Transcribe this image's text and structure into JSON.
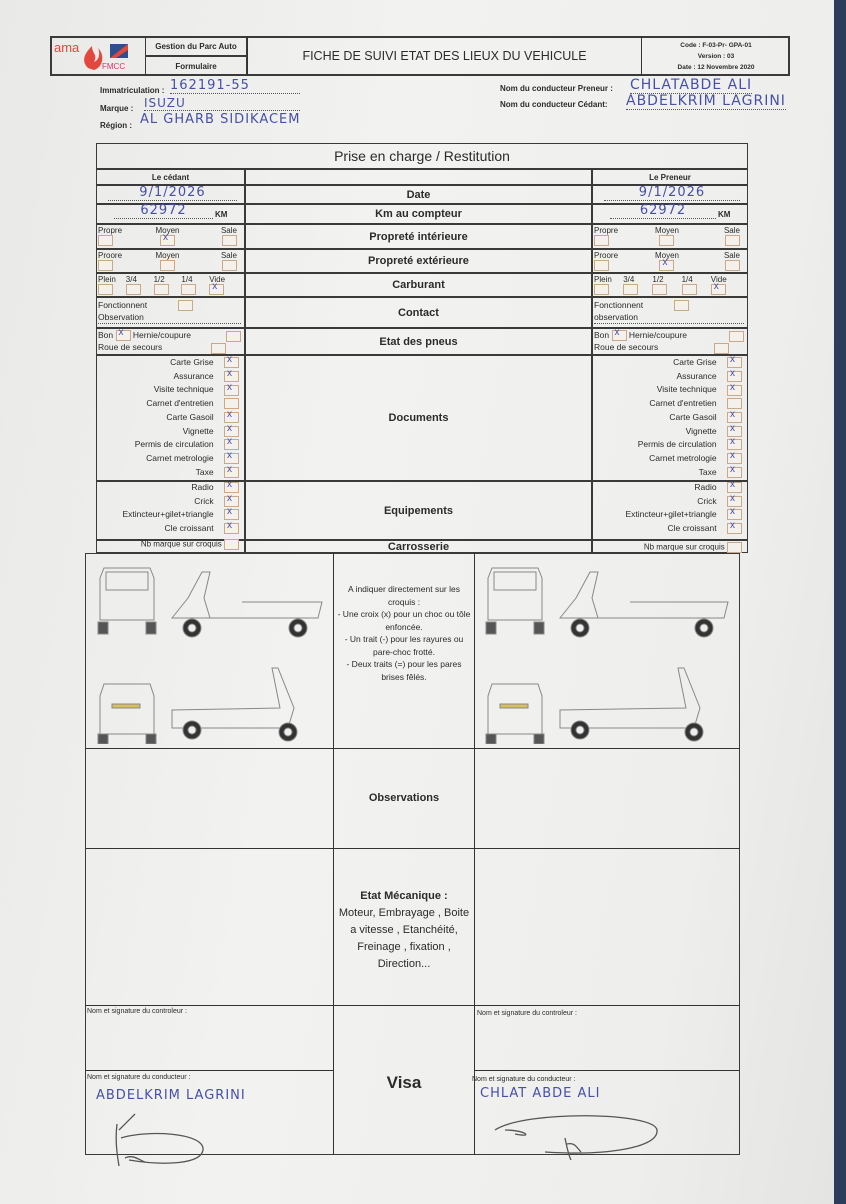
{
  "header": {
    "logo_text": "ama",
    "logo_sub": "FMCC",
    "dept": "Gestion du Parc Auto",
    "type": "Formulaire",
    "title": "FICHE DE SUIVI ETAT DES LIEUX DU VEHICULE",
    "code": "Code : F-03-Pr- GPA-01",
    "version": "Version : 03",
    "date": "Date : 12 Novembre 2020"
  },
  "info": {
    "immat_label": "Immatriculation :",
    "immat": "162191-55",
    "marque_label": "Marque :",
    "marque": "ISUZU",
    "region_label": "Région :",
    "region": "AL GHARB SIDIKACEM",
    "preneur_label": "Nom du conducteur Preneur :",
    "preneur": "CHLATABDE ALI",
    "cedant_label": "Nom du conducteur Cédant:",
    "cedant": "ABDELKRIM LAGRINI"
  },
  "table": {
    "title": "Prise en charge / Restitution",
    "cedant_label": "Le cédant",
    "preneur_label": "Le Preneur",
    "rows": {
      "date": "Date",
      "km": "Km au compteur",
      "prop_int": "Propreté intérieure",
      "prop_ext": "Propreté extérieure",
      "carburant": "Carburant",
      "contact": "Contact",
      "pneus": "Etat des pneus",
      "documents": "Documents",
      "equipements": "Equipements",
      "carrosserie": "Carrosserie"
    },
    "cedant": {
      "date": "9/1/2026",
      "km": "62972",
      "km_unit": "KM"
    },
    "preneur": {
      "date": "9/1/2026",
      "km": "62972",
      "km_unit": "KM"
    },
    "proprete_opts": [
      "Propre",
      "Moyen",
      "Sale"
    ],
    "proprete_ext_opts": [
      "Proore",
      "Moyen",
      "Sale"
    ],
    "fuel_opts": [
      "Plein",
      "3/4",
      "1/2",
      "1/4",
      "Vide"
    ],
    "cedant_prop_int": [
      false,
      true,
      false
    ],
    "preneur_prop_int": [
      false,
      false,
      false
    ],
    "cedant_prop_ext": [
      false,
      false,
      false
    ],
    "preneur_prop_ext": [
      false,
      true,
      false
    ],
    "cedant_fuel": [
      false,
      false,
      false,
      false,
      true
    ],
    "preneur_fuel": [
      false,
      false,
      false,
      false,
      true
    ],
    "contact": {
      "fonct": "Fonctionnent",
      "obs_cedant": "Observation",
      "obs_preneur": "observation"
    },
    "pneus": {
      "bon": "Bon",
      "hernie": "Hernie/coupure",
      "roue": "Roue de secours",
      "cedant_bon": true,
      "preneur_bon": true
    },
    "documents": [
      {
        "label": "Carte Grise",
        "c": true,
        "p": true
      },
      {
        "label": "Assurance",
        "c": true,
        "p": true
      },
      {
        "label": "Visite technique",
        "c": true,
        "p": true
      },
      {
        "label": "Carnet d'entretien",
        "c": false,
        "p": false
      },
      {
        "label": "Carte Gasoil",
        "c": true,
        "p": true
      },
      {
        "label": "Vignette",
        "c": true,
        "p": true
      },
      {
        "label": "Permis de circulation",
        "c": true,
        "p": true
      },
      {
        "label": "Carnet metrologie",
        "c": true,
        "p": true
      },
      {
        "label": "Taxe",
        "c": true,
        "p": true
      }
    ],
    "equipements": [
      {
        "label": "Radio",
        "c": true,
        "p": true
      },
      {
        "label": "Crick",
        "c": true,
        "p": true
      },
      {
        "label": "Extincteur+gilet+triangle",
        "c": true,
        "p": true
      },
      {
        "label": "Cle croissant",
        "c": true,
        "p": true
      }
    ],
    "nb_marque": "Nb marque sur croquis"
  },
  "instructions": [
    "A indiquer directement sur les croquis :",
    "- Une croix (x) pour un choc ou tôle enfoncée.",
    "- Un trait (-) pour les rayures ou pare-choc frotté.",
    "- Deux traits (=) pour les pares brises fêlés."
  ],
  "observations": "Observations",
  "mecanique": {
    "title": "Etat Mécanique :",
    "text": "Moteur, Embrayage , Boite a vitesse , Etanchéité, Freinage , fixation , Direction..."
  },
  "signatures": {
    "controleur": "Nom et signature du controleur :",
    "conducteur": "Nom et signature du conducteur :",
    "visa": "Visa",
    "cedant_name": "ABDELKRIM LAGRINI",
    "preneur_name": "CHLAT ABDE ALI"
  },
  "colors": {
    "ink": "#4650a8",
    "logo_red": "#e2483d",
    "logo_blue": "#2e4f8c"
  }
}
